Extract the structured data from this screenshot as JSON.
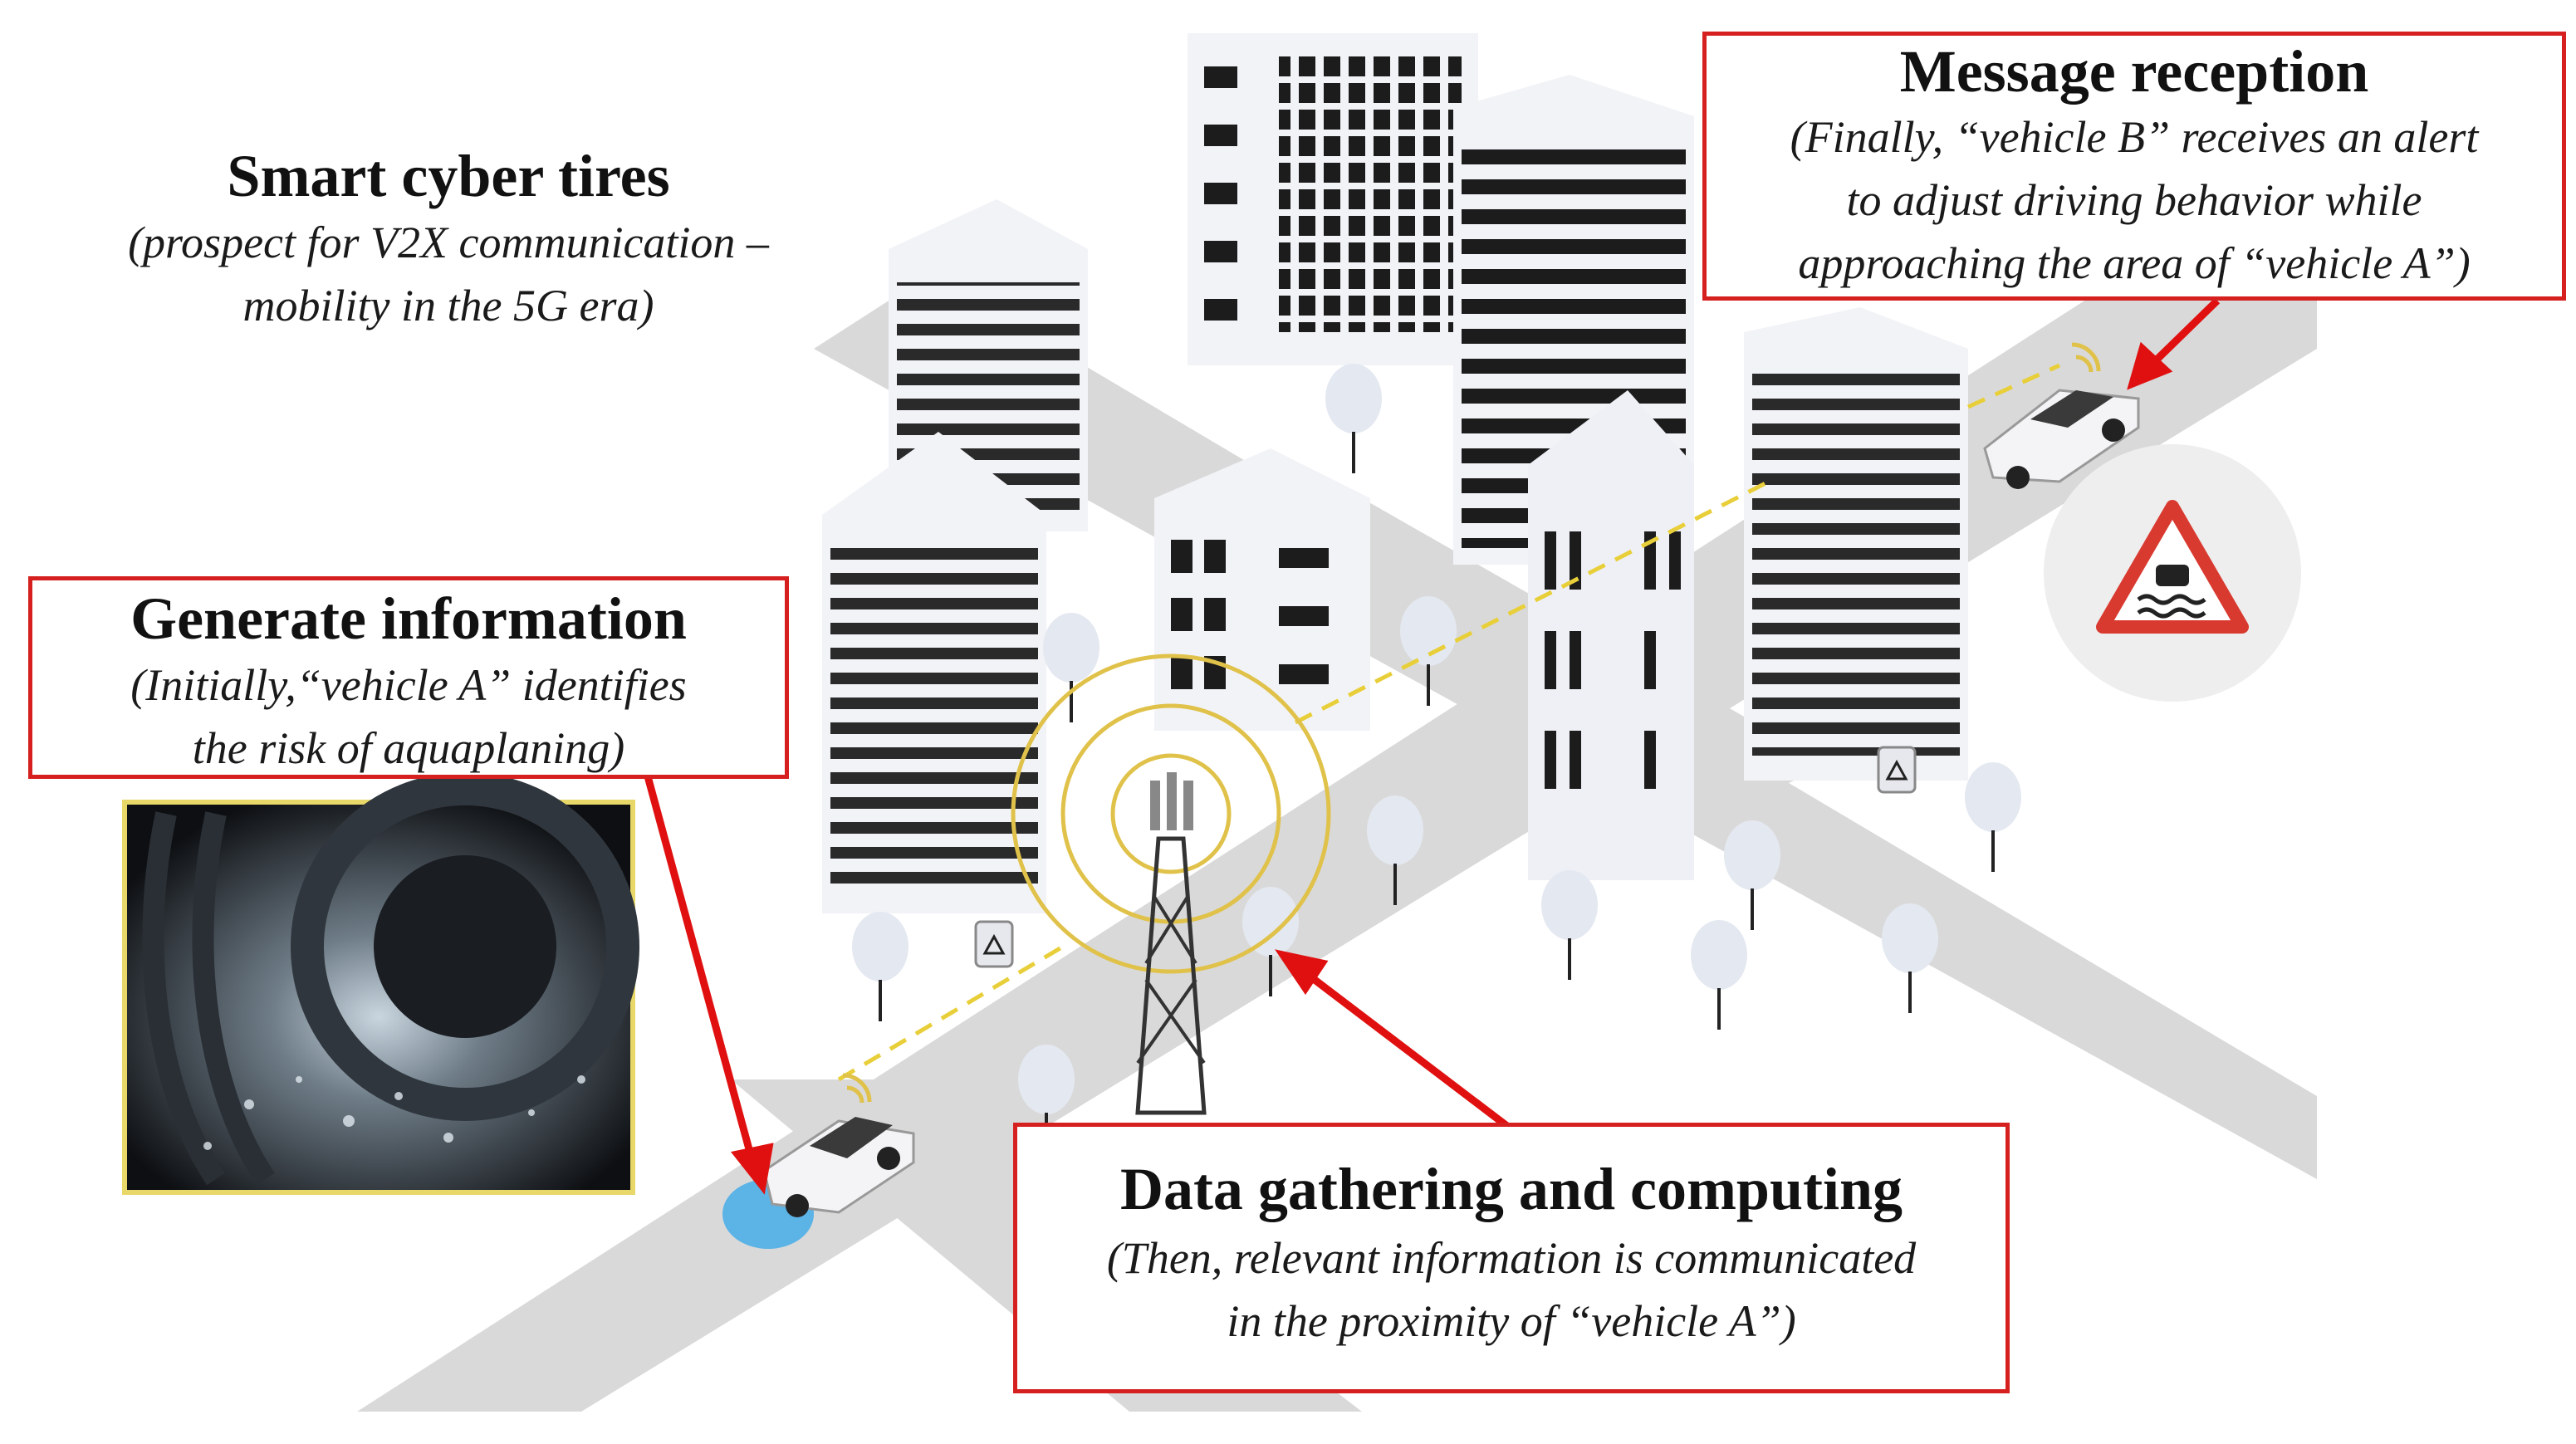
{
  "title_block": {
    "heading": "Smart cyber tires",
    "sub_line1": "(prospect for V2X communication –",
    "sub_line2": "mobility in the 5G era)"
  },
  "generate": {
    "heading": "Generate information",
    "sub_line1": "(Initially,“vehicle A” identifies",
    "sub_line2": "the risk of aquaplaning)"
  },
  "reception": {
    "heading": "Message reception",
    "sub_line1": "(Finally, “vehicle B” receives an alert",
    "sub_line2": "to adjust driving behavior while",
    "sub_line3": "approaching the area of “vehicle A”)"
  },
  "gathering": {
    "heading": "Data gathering and computing",
    "sub_line1": "(Then, relevant information is communicated",
    "sub_line2": "in the proximity of “vehicle A”)"
  },
  "colors": {
    "callout_border": "#d62020",
    "arrow": "#e01010",
    "road": "#d9d9d9",
    "building_face": "#f2f3f7",
    "building_shade": "#d8dbe6",
    "window": "#1c1c1c",
    "signal_ring": "#e0c24a",
    "water": "#5bb3e6",
    "warning_triangle": "#d93a30",
    "photo_frame": "#e8d86a"
  },
  "icons": [
    "warning-road-flood-icon",
    "cell-tower-icon",
    "car-icon",
    "wifi-signal-icon",
    "tire-photo"
  ]
}
